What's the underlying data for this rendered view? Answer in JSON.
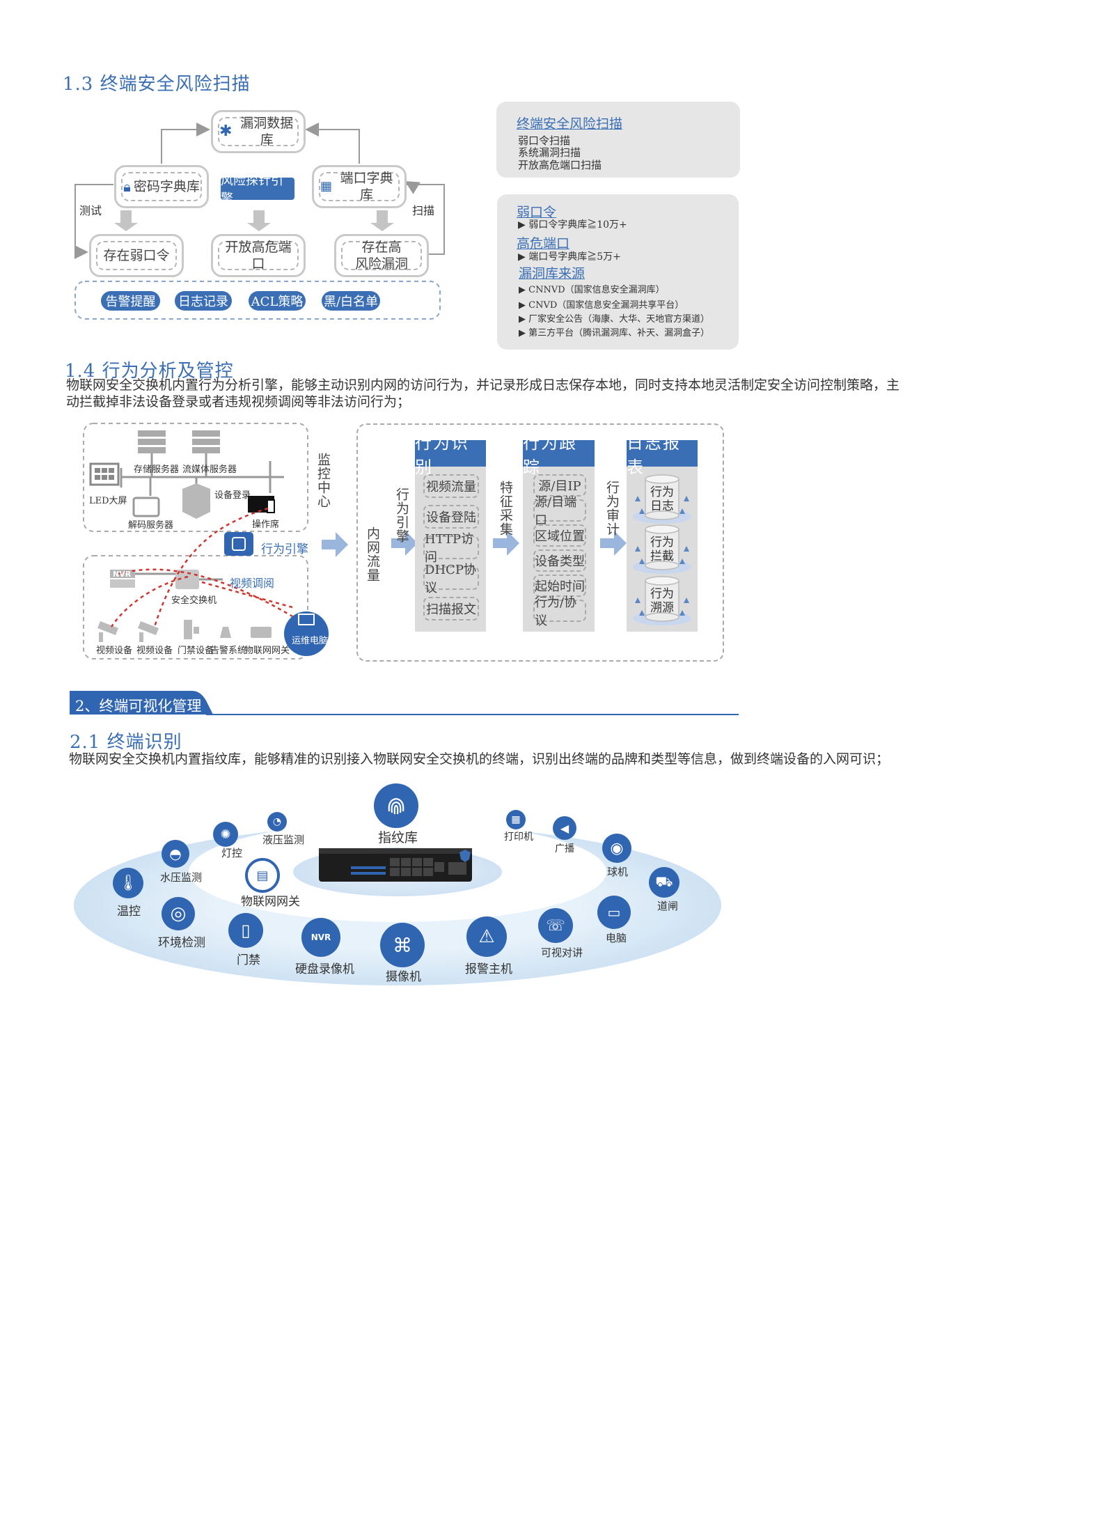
{
  "sec13": {
    "title": "1.3 终端安全风险扫描",
    "vuln_db": "漏洞数据库",
    "pwd_dict": "密码字典库",
    "engine": "风险探针引擎",
    "port_dict": "端口字典库",
    "test": "测试",
    "scan": "扫描",
    "weak_pwd": "存在弱口令",
    "open_port": "开放高危端口",
    "high_vuln_1": "存在高",
    "high_vuln_2": "风险漏洞",
    "actions": [
      "告警提醒",
      "日志记录",
      "ACL策略",
      "黑/白名单"
    ],
    "box1": {
      "title": "终端安全风险扫描",
      "items": [
        "弱口令扫描",
        "系统漏洞扫描",
        "开放高危端口扫描"
      ]
    },
    "box2": {
      "weak_title": "弱口令",
      "weak_item": "▶ 弱口令字典库≧10万+",
      "port_title": "高危端口",
      "port_item": "▶ 端口号字典库≧5万+",
      "src_title": "漏洞库来源",
      "src_items": [
        "▶ CNNVD（国家信息安全漏洞库）",
        "▶ CNVD（国家信息安全漏洞共享平台）",
        "▶ 厂家安全公告（海康、大华、天地官方渠道）",
        "▶ 第三方平台（腾讯漏洞库、补天、漏洞盒子）"
      ]
    }
  },
  "sec14": {
    "title": "1.4 行为分析及管控",
    "para_1": "物联网安全交换机内置行为分析引擎，能够主动识别内网的访问行为，并记录形成日志保存本地，同时支持本地灵活制定安全访问控制策略，主",
    "para_2": "动拦截掉非法设备登录或者违规视频调阅等非法访问行为；",
    "net": {
      "monitor_center": "监控中心",
      "storage": "存储服务器",
      "stream": "流媒体服务器",
      "led": "LED大屏",
      "decode": "解码服务器",
      "login": "设备登录",
      "console": "操作席",
      "engine": "行为引擎",
      "nvr": "NVR",
      "view": "视频调阅",
      "switch": "安全交换机",
      "video1": "视频设备",
      "video2": "视频设备",
      "door": "门禁设备",
      "alarm": "告警系统",
      "gateway": "物联网网关",
      "ops_pc": "运维电脑"
    },
    "inflow": "内网流量",
    "engine_v": "行为引擎",
    "feature": "特征采集",
    "audit": "行为审计",
    "col1": {
      "title": "行为识别",
      "items": [
        "视频流量",
        "设备登陆",
        "HTTP访问",
        "DHCP协议",
        "扫描报文"
      ]
    },
    "col2": {
      "title": "行为跟踪",
      "items": [
        "源/目IP",
        "源/目端口",
        "区域位置",
        "设备类型",
        "起始时间",
        "行为/协议"
      ]
    },
    "col3": {
      "title": "日志报表",
      "items": [
        [
          "行为",
          "日志"
        ],
        [
          "行为",
          "拦截"
        ],
        [
          "行为",
          "溯源"
        ]
      ]
    }
  },
  "sec2": {
    "title": "2、终端可视化管理"
  },
  "sec21": {
    "title": "2.1 终端识别",
    "para": "物联网安全交换机内置指纹库，能够精准的识别接入物联网安全交换机的终端，识别出终端的品牌和类型等信息，做到终端设备的入网可识；",
    "center": "指纹库",
    "devices": {
      "light": "灯控",
      "hydraulic": "液压监测",
      "water": "水压监测",
      "temp": "温控",
      "gateway": "物联网网关",
      "env": "环境检测",
      "door": "门禁",
      "nvr": "硬盘录像机",
      "camera": "摄像机",
      "alarm": "报警主机",
      "intercom": "可视对讲",
      "pc": "电脑",
      "gate": "道闸",
      "dome": "球机",
      "broadcast": "广播",
      "printer": "打印机"
    }
  }
}
